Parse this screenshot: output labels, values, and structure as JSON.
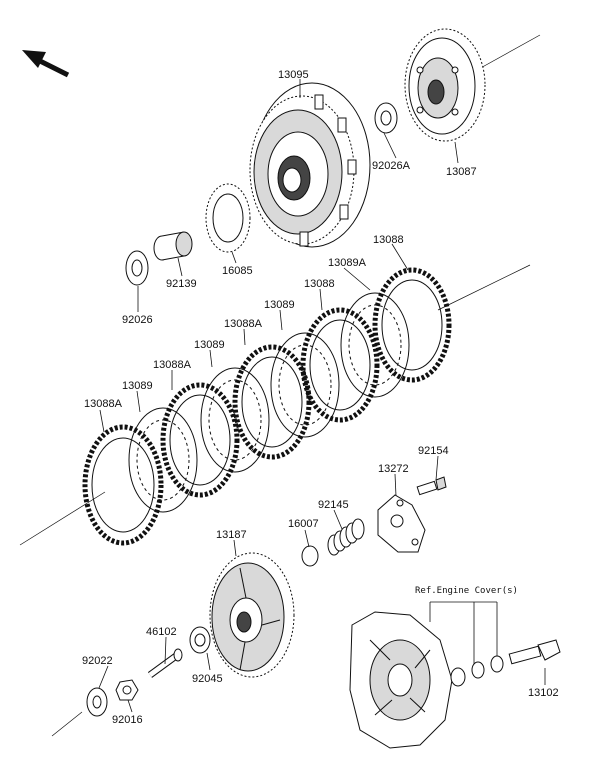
{
  "diagram": {
    "part_labels": [
      "13095",
      "92026A",
      "13087",
      "16085",
      "92139",
      "92026",
      "13088",
      "13089A",
      "13088",
      "13089",
      "13088A",
      "13089",
      "13088A",
      "13089",
      "13088A",
      "92154",
      "13272",
      "92145",
      "16007",
      "13187",
      "46102",
      "92045",
      "92022",
      "92016",
      "13102"
    ],
    "ref_note": "Ref.Engine Cover(s)"
  }
}
